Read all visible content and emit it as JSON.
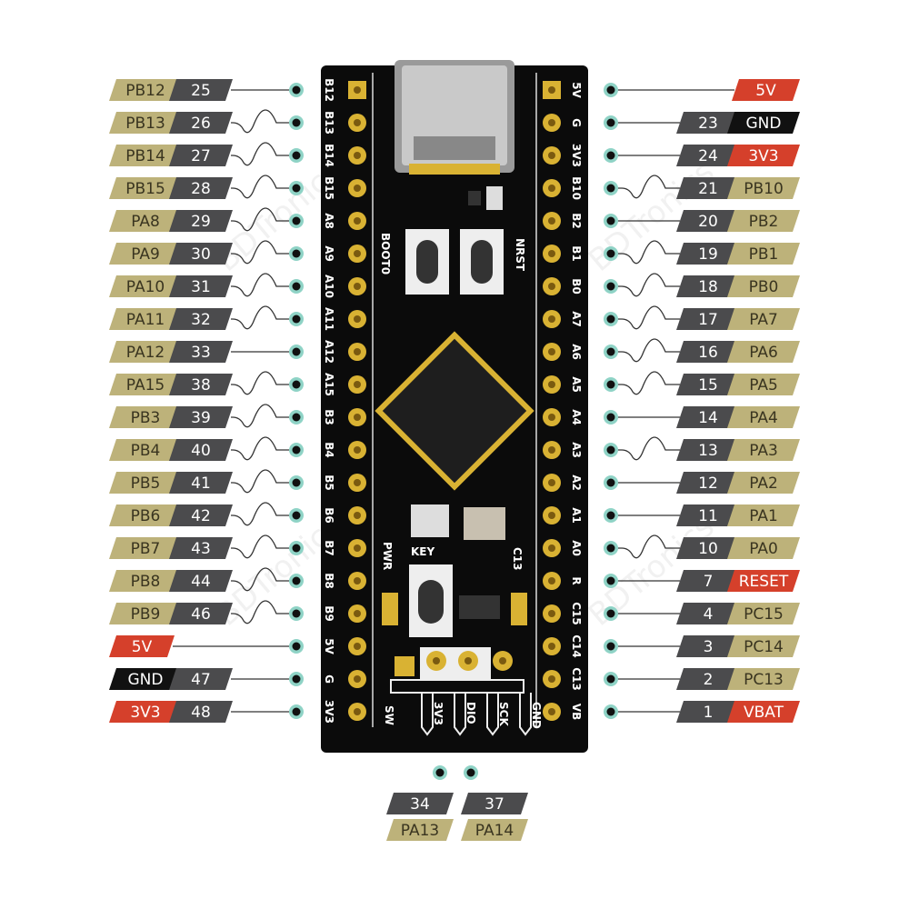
{
  "colors": {
    "gpio": "#bdb27a",
    "number": "#4b4b4d",
    "power": "#d5402b",
    "ground": "#111111",
    "board": "#0b0b0b",
    "pad": "#d9b233",
    "dot_ring": "#8fd3c6"
  },
  "left_pins": [
    {
      "silk": "B12",
      "number": "25",
      "name": "PB12",
      "kind": "gpio",
      "line": "straight"
    },
    {
      "silk": "B13",
      "number": "26",
      "name": "PB13",
      "kind": "gpio",
      "line": "wavy"
    },
    {
      "silk": "B14",
      "number": "27",
      "name": "PB14",
      "kind": "gpio",
      "line": "wavy"
    },
    {
      "silk": "B15",
      "number": "28",
      "name": "PB15",
      "kind": "gpio",
      "line": "wavy"
    },
    {
      "silk": "A8",
      "number": "29",
      "name": "PA8",
      "kind": "gpio",
      "line": "wavy"
    },
    {
      "silk": "A9",
      "number": "30",
      "name": "PA9",
      "kind": "gpio",
      "line": "wavy"
    },
    {
      "silk": "A10",
      "number": "31",
      "name": "PA10",
      "kind": "gpio",
      "line": "wavy"
    },
    {
      "silk": "A11",
      "number": "32",
      "name": "PA11",
      "kind": "gpio",
      "line": "wavy"
    },
    {
      "silk": "A12",
      "number": "33",
      "name": "PA12",
      "kind": "gpio",
      "line": "straight"
    },
    {
      "silk": "A15",
      "number": "38",
      "name": "PA15",
      "kind": "gpio",
      "line": "wavy"
    },
    {
      "silk": "B3",
      "number": "39",
      "name": "PB3",
      "kind": "gpio",
      "line": "wavy"
    },
    {
      "silk": "B4",
      "number": "40",
      "name": "PB4",
      "kind": "gpio",
      "line": "wavy"
    },
    {
      "silk": "B5",
      "number": "41",
      "name": "PB5",
      "kind": "gpio",
      "line": "wavy"
    },
    {
      "silk": "B6",
      "number": "42",
      "name": "PB6",
      "kind": "gpio",
      "line": "wavy"
    },
    {
      "silk": "B7",
      "number": "43",
      "name": "PB7",
      "kind": "gpio",
      "line": "wavy"
    },
    {
      "silk": "B8",
      "number": "44",
      "name": "PB8",
      "kind": "gpio",
      "line": "wavy"
    },
    {
      "silk": "B9",
      "number": "46",
      "name": "PB9",
      "kind": "gpio",
      "line": "wavy"
    },
    {
      "silk": "5V",
      "number": "",
      "name": "5V",
      "kind": "power",
      "line": "straight"
    },
    {
      "silk": "G",
      "number": "47",
      "name": "GND",
      "kind": "ground",
      "line": "straight"
    },
    {
      "silk": "3V3",
      "number": "48",
      "name": "3V3",
      "kind": "power",
      "line": "straight"
    }
  ],
  "right_pins": [
    {
      "silk": "5V",
      "number": "",
      "name": "5V",
      "kind": "power",
      "line": "straight"
    },
    {
      "silk": "G",
      "number": "23",
      "name": "GND",
      "kind": "ground",
      "line": "straight"
    },
    {
      "silk": "3V3",
      "number": "24",
      "name": "3V3",
      "kind": "power",
      "line": "straight"
    },
    {
      "silk": "B10",
      "number": "21",
      "name": "PB10",
      "kind": "gpio",
      "line": "wavy"
    },
    {
      "silk": "B2",
      "number": "20",
      "name": "PB2",
      "kind": "gpio",
      "line": "straight"
    },
    {
      "silk": "B1",
      "number": "19",
      "name": "PB1",
      "kind": "gpio",
      "line": "wavy"
    },
    {
      "silk": "B0",
      "number": "18",
      "name": "PB0",
      "kind": "gpio",
      "line": "wavy"
    },
    {
      "silk": "A7",
      "number": "17",
      "name": "PA7",
      "kind": "gpio",
      "line": "wavy"
    },
    {
      "silk": "A6",
      "number": "16",
      "name": "PA6",
      "kind": "gpio",
      "line": "wavy"
    },
    {
      "silk": "A5",
      "number": "15",
      "name": "PA5",
      "kind": "gpio",
      "line": "wavy"
    },
    {
      "silk": "A4",
      "number": "14",
      "name": "PA4",
      "kind": "gpio",
      "line": "straight"
    },
    {
      "silk": "A3",
      "number": "13",
      "name": "PA3",
      "kind": "gpio",
      "line": "wavy"
    },
    {
      "silk": "A2",
      "number": "12",
      "name": "PA2",
      "kind": "gpio",
      "line": "straight"
    },
    {
      "silk": "A1",
      "number": "11",
      "name": "PA1",
      "kind": "gpio",
      "line": "straight"
    },
    {
      "silk": "A0",
      "number": "10",
      "name": "PA0",
      "kind": "gpio",
      "line": "wavy"
    },
    {
      "silk": "R",
      "number": "7",
      "name": "RESET",
      "kind": "power",
      "line": "straight"
    },
    {
      "silk": "C15",
      "number": "4",
      "name": "PC15",
      "kind": "gpio",
      "line": "straight"
    },
    {
      "silk": "C14",
      "number": "3",
      "name": "PC14",
      "kind": "gpio",
      "line": "straight"
    },
    {
      "silk": "C13",
      "number": "2",
      "name": "PC13",
      "kind": "gpio",
      "line": "straight"
    },
    {
      "silk": "VB",
      "number": "1",
      "name": "VBAT",
      "kind": "power",
      "line": "straight"
    }
  ],
  "bottom_pins": [
    {
      "number": "34",
      "name": "PA13"
    },
    {
      "number": "37",
      "name": "PA14"
    }
  ],
  "board": {
    "boot_label": "BOOT0",
    "nrst_label": "NRST",
    "key_label": "KEY",
    "pwr_label": "PWR",
    "c13_label": "C13",
    "swd_labels": [
      "SW",
      "3V3",
      "DIO",
      "SCK",
      "GND"
    ],
    "watermark": "BDTronics"
  }
}
